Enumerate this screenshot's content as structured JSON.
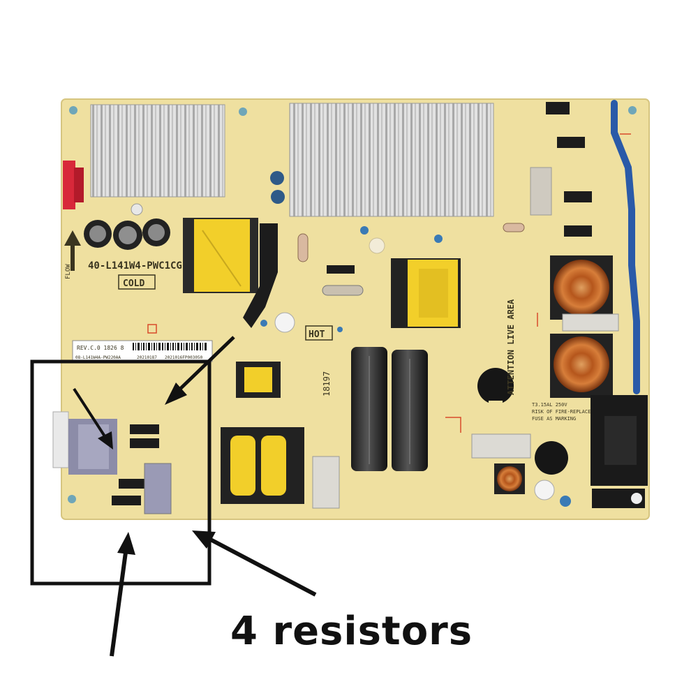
{
  "board": {
    "model_code": "40-L141W4-PWC1CG",
    "flow_label": "FLOW",
    "cold_label": "COLD",
    "hot_label": "HOT",
    "rev_label": "REV.C.0 1826 8",
    "serial_left": "08-L141W4A-PW220AA",
    "serial_mid": "20210187",
    "serial_right": "2021016FP003050",
    "attention_label": "ATTENTION LIVE AREA",
    "fuse_text_1": "T3.15AL 250V",
    "fuse_text_2": "RISK OF FIRE-REPLACE",
    "fuse_text_3": "FUSE AS MARKING",
    "board_number": "18197"
  },
  "annotation": {
    "caption": "4 resistors"
  },
  "colors": {
    "pcb": "#efe0a0",
    "heatsink": "#d8d8d8",
    "annotation": "#111111"
  }
}
